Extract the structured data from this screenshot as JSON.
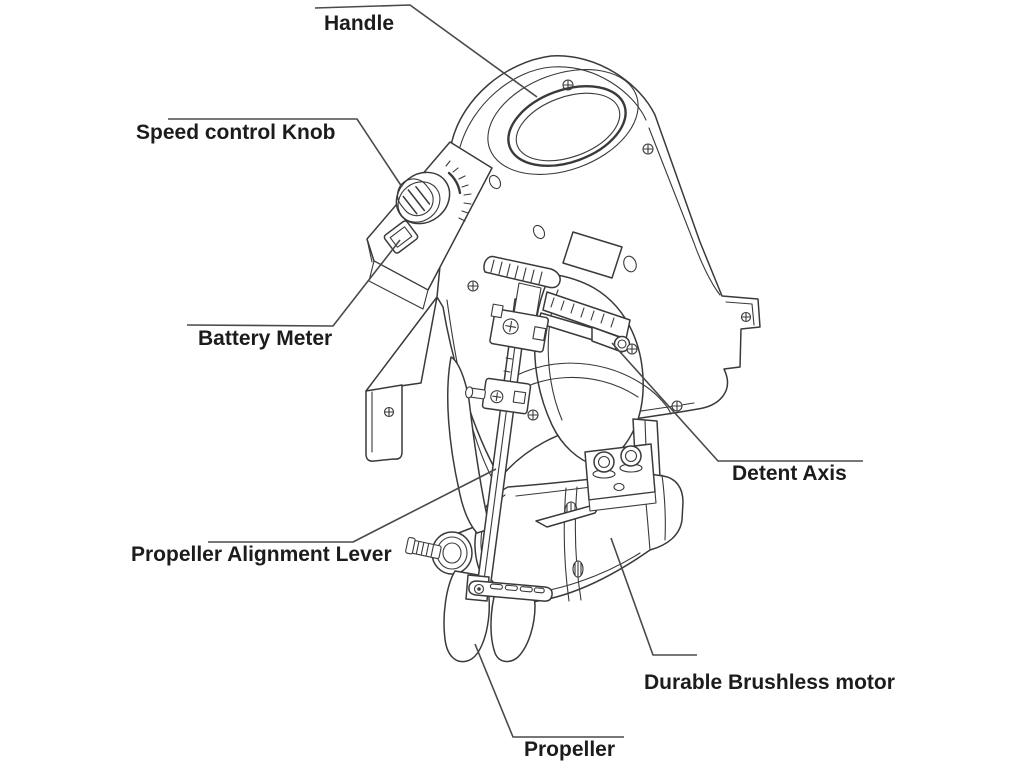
{
  "diagram": {
    "type": "labeled-parts-diagram",
    "subject": "electric trolling motor line drawing",
    "background_color": "#ffffff",
    "line_color": "#3a3a3a",
    "text_color": "#1c1c1c",
    "labels": {
      "handle": "Handle",
      "speed_control_knob": "Speed control Knob",
      "battery_meter": "Battery Meter",
      "detent_axis": "Detent Axis",
      "propeller_alignment_lever": "Propeller Alignment Lever",
      "durable_brushless_motor": "Durable Brushless motor",
      "propeller": "Propeller"
    }
  }
}
